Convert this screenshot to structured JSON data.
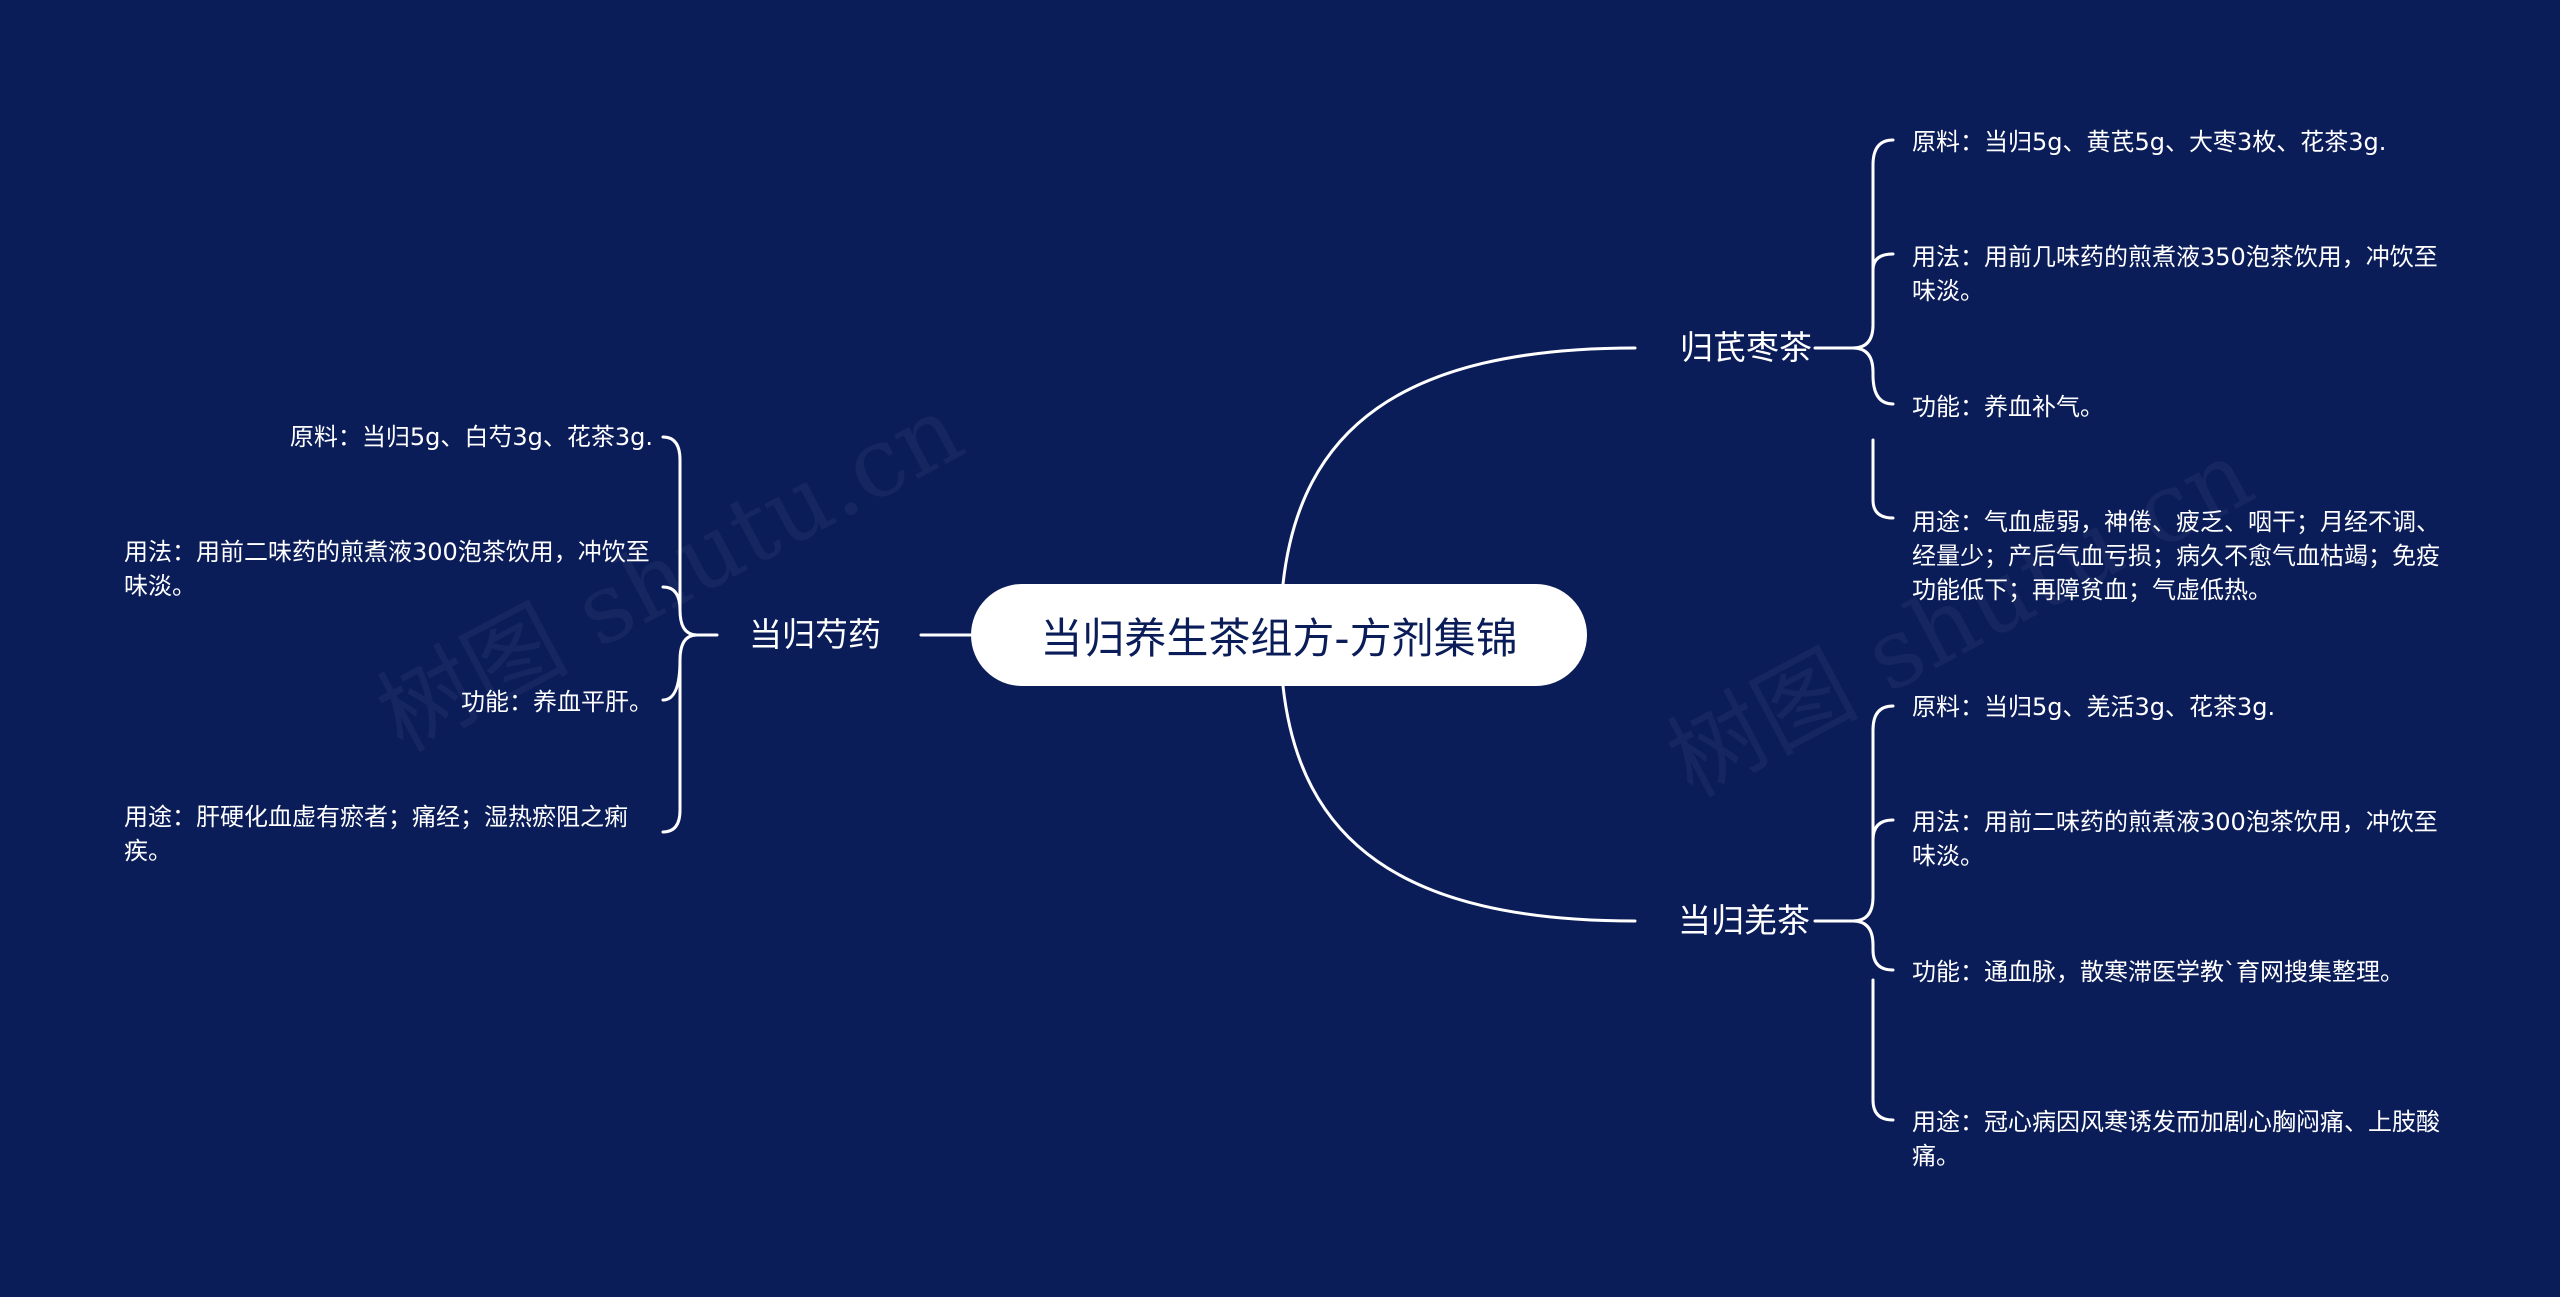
{
  "colors": {
    "background": "#0b1d59",
    "line": "#ffffff",
    "root_fill": "#ffffff",
    "root_text": "#0b1d59"
  },
  "watermark": "树图 shutu.cn",
  "root": {
    "label": "当归养生茶组方-方剂集锦"
  },
  "branches": [
    {
      "label": "当归芍药",
      "items": [
        "原料：当归5g、白芍3g、花茶3g.",
        "用法：用前二味药的煎煮液300泡茶饮用，冲饮至味淡。",
        "功能：养血平肝。",
        "用途：肝硬化血虚有瘀者；痛经；湿热瘀阻之痢疾。"
      ]
    },
    {
      "label": "归芪枣茶",
      "items": [
        "原料：当归5g、黄芪5g、大枣3枚、花茶3g.",
        "用法：用前几味药的煎煮液350泡茶饮用，冲饮至味淡。",
        "功能：养血补气。",
        "用途：气血虚弱，神倦、疲乏、咽干；月经不调、经量少；产后气血亏损；病久不愈气血枯竭；免疫功能低下；再障贫血；气虚低热。"
      ]
    },
    {
      "label": "当归羌茶",
      "items": [
        "原料：当归5g、羌活3g、花茶3g.",
        "用法：用前二味药的煎煮液300泡茶饮用，冲饮至味淡。",
        "功能：通血脉，散寒滞医学教`育网搜集整理。",
        "用途：冠心病因风寒诱发而加剧心胸闷痛、上肢酸痛。"
      ]
    }
  ]
}
